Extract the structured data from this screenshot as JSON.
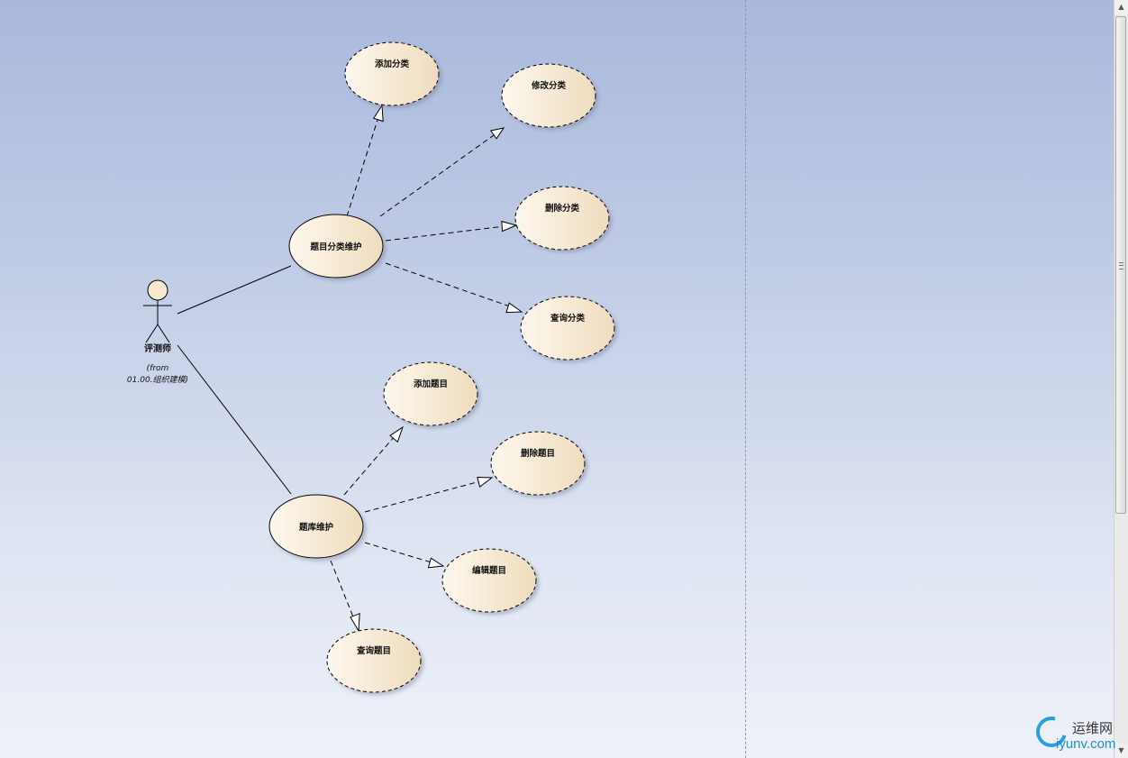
{
  "actor": {
    "name": "评测师",
    "from_line1": "(from",
    "from_line2": "01.00.组织建模)"
  },
  "use_cases": {
    "category_maintenance": "题目分类维护",
    "add_category": "添加分类",
    "modify_category": "修改分类",
    "delete_category": "删除分类",
    "query_category": "查询分类",
    "question_bank_maintenance": "题库维护",
    "add_question": "添加题目",
    "delete_question": "删除题目",
    "edit_question": "编辑题目",
    "query_question": "查询题目"
  },
  "scrollbar": {
    "up_arrow_icon": "triangle-up",
    "down_arrow_icon": "triangle-down"
  },
  "watermark": {
    "title": "运维网",
    "url": "iyunv.com"
  },
  "colors": {
    "use_case_fill_light": "#fdf8ee",
    "use_case_fill_dark": "#efdcbd",
    "actor_head_fill": "#f6e9cf",
    "background_top": "#a9b8dc",
    "background_bottom": "#eef1f9",
    "watermark_blue": "#1d8fd0"
  }
}
